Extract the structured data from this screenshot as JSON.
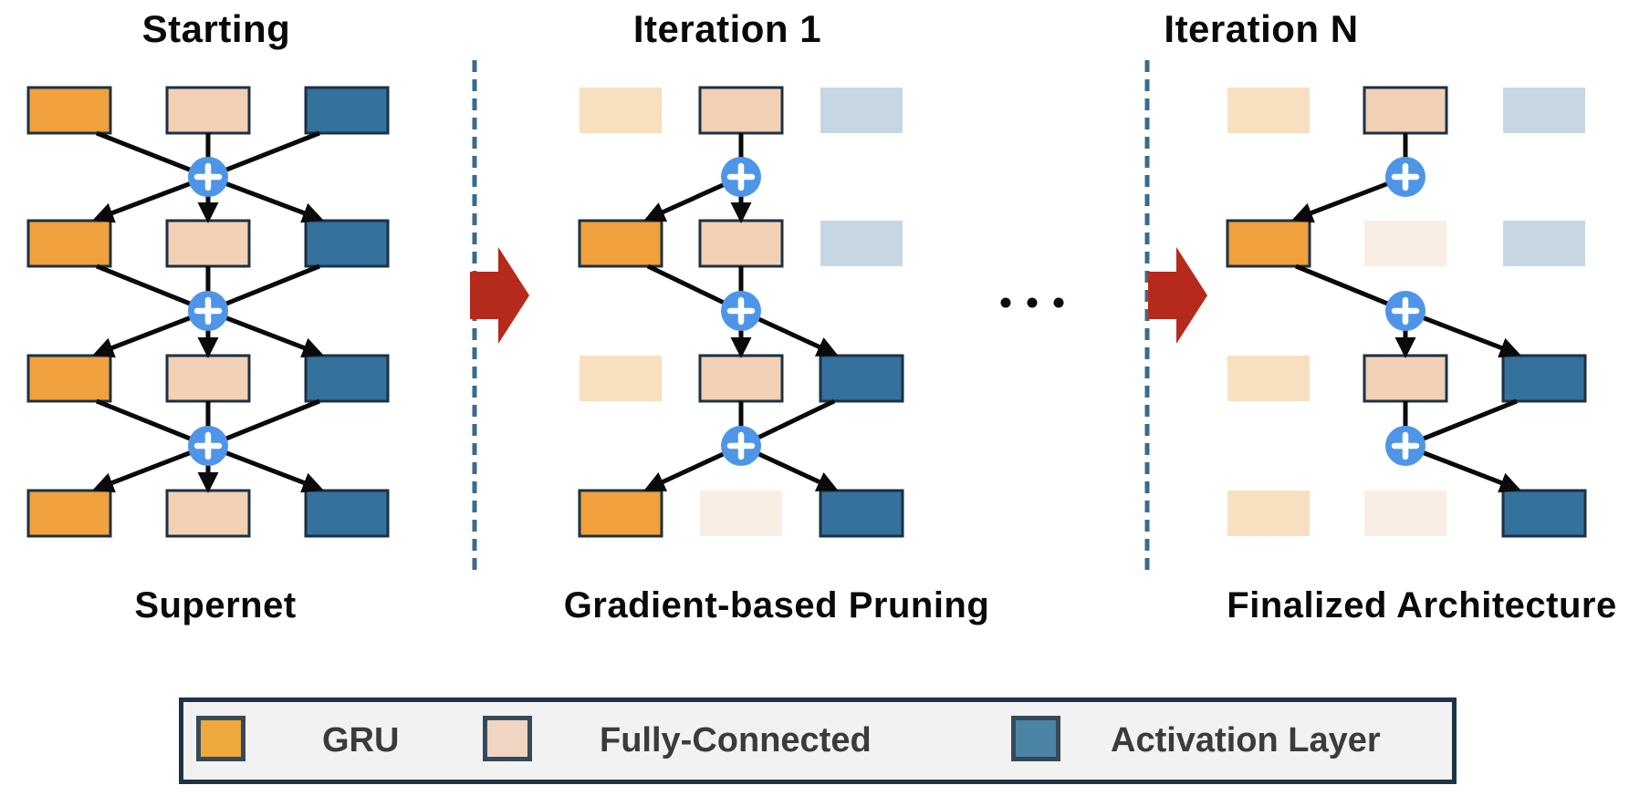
{
  "panels": [
    {
      "title": "Starting",
      "caption": "Supernet",
      "rows": [
        [
          {
            "type": "gru",
            "active": true
          },
          {
            "type": "fc",
            "active": true
          },
          {
            "type": "act",
            "active": true
          }
        ],
        [
          {
            "type": "gru",
            "active": true
          },
          {
            "type": "fc",
            "active": true
          },
          {
            "type": "act",
            "active": true
          }
        ],
        [
          {
            "type": "gru",
            "active": true
          },
          {
            "type": "fc",
            "active": true
          },
          {
            "type": "act",
            "active": true
          }
        ],
        [
          {
            "type": "gru",
            "active": true
          },
          {
            "type": "fc",
            "active": true
          },
          {
            "type": "act",
            "active": true
          }
        ]
      ],
      "gaps": [
        {
          "inputs": [
            0,
            1,
            2
          ],
          "outputs": [
            0,
            1,
            2
          ]
        },
        {
          "inputs": [
            0,
            1,
            2
          ],
          "outputs": [
            0,
            1,
            2
          ]
        },
        {
          "inputs": [
            0,
            1,
            2
          ],
          "outputs": [
            0,
            1,
            2
          ]
        }
      ]
    },
    {
      "title": "Iteration 1",
      "caption": "Gradient-based Pruning",
      "rows": [
        [
          {
            "type": "gru",
            "active": false
          },
          {
            "type": "fc",
            "active": true
          },
          {
            "type": "act",
            "active": false
          }
        ],
        [
          {
            "type": "gru",
            "active": true
          },
          {
            "type": "fc",
            "active": true
          },
          {
            "type": "act",
            "active": false
          }
        ],
        [
          {
            "type": "gru",
            "active": false
          },
          {
            "type": "fc",
            "active": true
          },
          {
            "type": "act",
            "active": true
          }
        ],
        [
          {
            "type": "gru",
            "active": true
          },
          {
            "type": "fc",
            "active": false
          },
          {
            "type": "act",
            "active": true
          }
        ]
      ],
      "gaps": [
        {
          "inputs": [
            1
          ],
          "outputs": [
            0,
            1
          ]
        },
        {
          "inputs": [
            0,
            1
          ],
          "outputs": [
            1,
            2
          ]
        },
        {
          "inputs": [
            1,
            2
          ],
          "outputs": [
            0,
            2
          ]
        }
      ]
    },
    {
      "title": "Iteration N",
      "caption": "Finalized Architecture",
      "rows": [
        [
          {
            "type": "gru",
            "active": false
          },
          {
            "type": "fc",
            "active": true
          },
          {
            "type": "act",
            "active": false
          }
        ],
        [
          {
            "type": "gru",
            "active": true
          },
          {
            "type": "fc",
            "active": false
          },
          {
            "type": "act",
            "active": false
          }
        ],
        [
          {
            "type": "gru",
            "active": false
          },
          {
            "type": "fc",
            "active": true
          },
          {
            "type": "act",
            "active": true
          }
        ],
        [
          {
            "type": "gru",
            "active": false
          },
          {
            "type": "fc",
            "active": false
          },
          {
            "type": "act",
            "active": true
          }
        ]
      ],
      "gaps": [
        {
          "inputs": [
            1
          ],
          "outputs": [
            0
          ]
        },
        {
          "inputs": [
            0
          ],
          "outputs": [
            1,
            2
          ]
        },
        {
          "inputs": [
            1,
            2
          ],
          "outputs": [
            2
          ]
        }
      ]
    }
  ],
  "node_types": {
    "gru": {
      "label": "GRU",
      "solid": "#F0A03C",
      "faded": "#F8E0BE"
    },
    "fc": {
      "label": "Fully-Connected",
      "solid": "#F1D0B5",
      "faded": "#FAEEE4"
    },
    "act": {
      "label": "Activation Layer",
      "solid": "#34719C",
      "faded": "#C6D7E3"
    }
  },
  "merge_symbol": "+",
  "legend": {
    "items": [
      {
        "label": "GRU",
        "color": "#EDA83E"
      },
      {
        "label": "Fully-Connected",
        "color": "#EFD5C2"
      },
      {
        "label": "Activation Layer",
        "color": "#4C84A6"
      }
    ]
  },
  "colors": {
    "box_border": "#1C3144",
    "merge_circle": "#4E95E8",
    "merge_plus": "#FFFFFF",
    "connection": "#0A0A0A",
    "transition_arrow": "#B52A1C",
    "separator_dashed": "#3A6A8F",
    "ellipsis_dots": "#0A0A0A",
    "legend_bg": "#F2F2F3",
    "legend_border": "#1D3347",
    "legend_swatch_border": "#36495A",
    "legend_text": "#3B3B3B",
    "caption_text": "#0A0A0A"
  }
}
